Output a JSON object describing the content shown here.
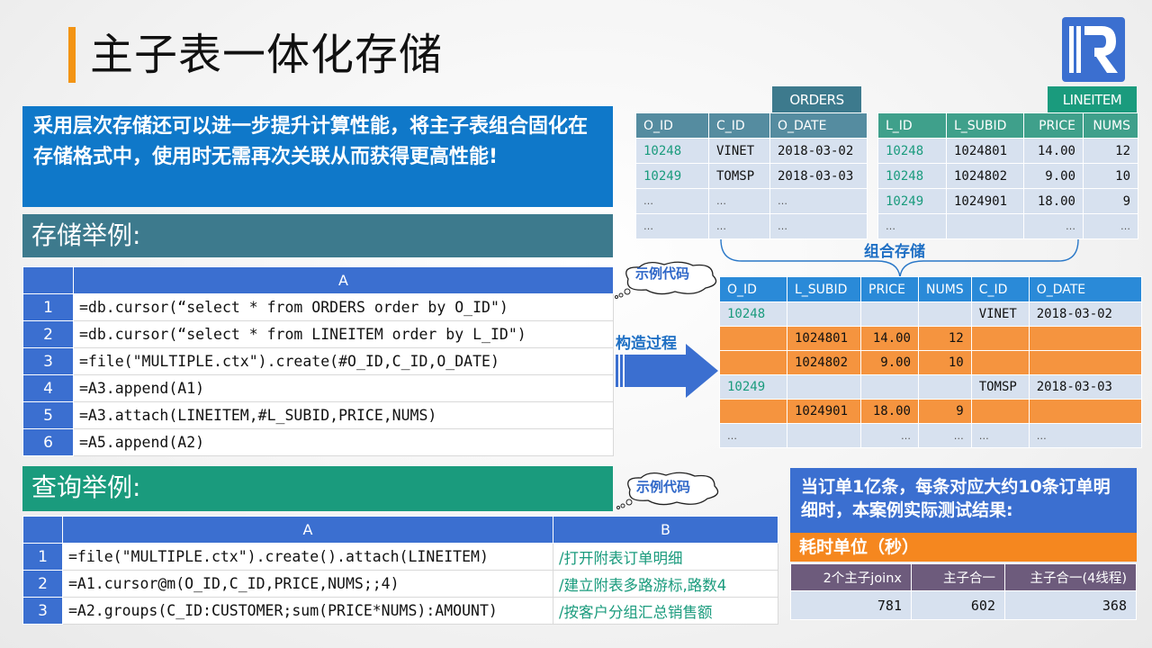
{
  "page": {
    "title": "主子表一体化存储",
    "intro": "采用层次存储还可以进一步提升计算性能，将主子表组合固化在存储格式中，使用时无需再次关联从而获得更高性能!",
    "logo_icon": "r-logo-icon",
    "colors": {
      "accent": "#f39414",
      "blue": "#0f78c9",
      "teal": "#3d7a8d",
      "green": "#1a9b7d",
      "orange": "#f5943f"
    }
  },
  "storage_example": {
    "heading": "存储举例:",
    "bubble": "示例代码",
    "columns": [
      "",
      "A"
    ],
    "rows": [
      {
        "n": "1",
        "code": "=db.cursor(“select * from ORDERS order by O_ID\")"
      },
      {
        "n": "2",
        "code": "=db.cursor(“select * from LINEITEM order by L_ID\")"
      },
      {
        "n": "3",
        "code": "=file(\"MULTIPLE.ctx\").create(#O_ID,C_ID,O_DATE)"
      },
      {
        "n": "4",
        "code": "=A3.append(A1)"
      },
      {
        "n": "5",
        "code": "=A3.attach(LINEITEM,#L_SUBID,PRICE,NUMS)"
      },
      {
        "n": "6",
        "code": "=A5.append(A2)"
      }
    ]
  },
  "query_example": {
    "heading": "查询举例:",
    "bubble": "示例代码",
    "columns": [
      "",
      "A",
      "B"
    ],
    "rows": [
      {
        "n": "1",
        "code": "=file(\"MULTIPLE.ctx\").create().attach(LINEITEM)",
        "comment": "/打开附表订单明细"
      },
      {
        "n": "2",
        "code": "=A1.cursor@m(O_ID,C_ID,PRICE,NUMS;;4)",
        "comment": "/建立附表多路游标,路数4"
      },
      {
        "n": "3",
        "code": "=A2.groups(C_ID:CUSTOMER;sum(PRICE*NUMS):AMOUNT)",
        "comment": "/按客户分组汇总销售额"
      }
    ]
  },
  "orders": {
    "tag": "ORDERS",
    "columns": [
      "O_ID",
      "C_ID",
      "O_DATE"
    ],
    "rows": [
      [
        "10248",
        "VINET",
        "2018-03-02"
      ],
      [
        "10249",
        "TOMSP",
        "2018-03-03"
      ],
      [
        "…",
        "…",
        "…"
      ],
      [
        "…",
        "…",
        "…"
      ]
    ]
  },
  "lineitem": {
    "tag": "LINEITEM",
    "columns": [
      "L_ID",
      "L_SUBID",
      "PRICE",
      "NUMS"
    ],
    "rows": [
      [
        "10248",
        "1024801",
        "14.00",
        "12"
      ],
      [
        "10248",
        "1024802",
        "9.00",
        "10"
      ],
      [
        "10249",
        "1024901",
        "18.00",
        "9"
      ],
      [
        "…",
        "",
        "…",
        "…"
      ]
    ]
  },
  "combined": {
    "label": "组合存储",
    "build_label": "构造过程",
    "columns": [
      "O_ID",
      "L_SUBID",
      "PRICE",
      "NUMS",
      "C_ID",
      "O_DATE"
    ],
    "rows": [
      [
        "10248",
        "",
        "",
        "",
        "VINET",
        "2018-03-02"
      ],
      [
        "",
        "1024801",
        "14.00",
        "12",
        "",
        ""
      ],
      [
        "",
        "1024802",
        "9.00",
        "10",
        "",
        ""
      ],
      [
        "10249",
        "",
        "",
        "",
        "TOMSP",
        "2018-03-03"
      ],
      [
        "",
        "1024901",
        "18.00",
        "9",
        "",
        ""
      ],
      [
        "…",
        "",
        "…",
        "…",
        "…",
        "…"
      ]
    ]
  },
  "results": {
    "intro": "当订单1亿条，每条对应大约10条订单明细时，本案例实际测试结果:",
    "unit": "耗时单位（秒）",
    "columns": [
      "2个主子joinx",
      "主子合一",
      "主子合一(4线程)"
    ],
    "values": [
      "781",
      "602",
      "368"
    ]
  }
}
